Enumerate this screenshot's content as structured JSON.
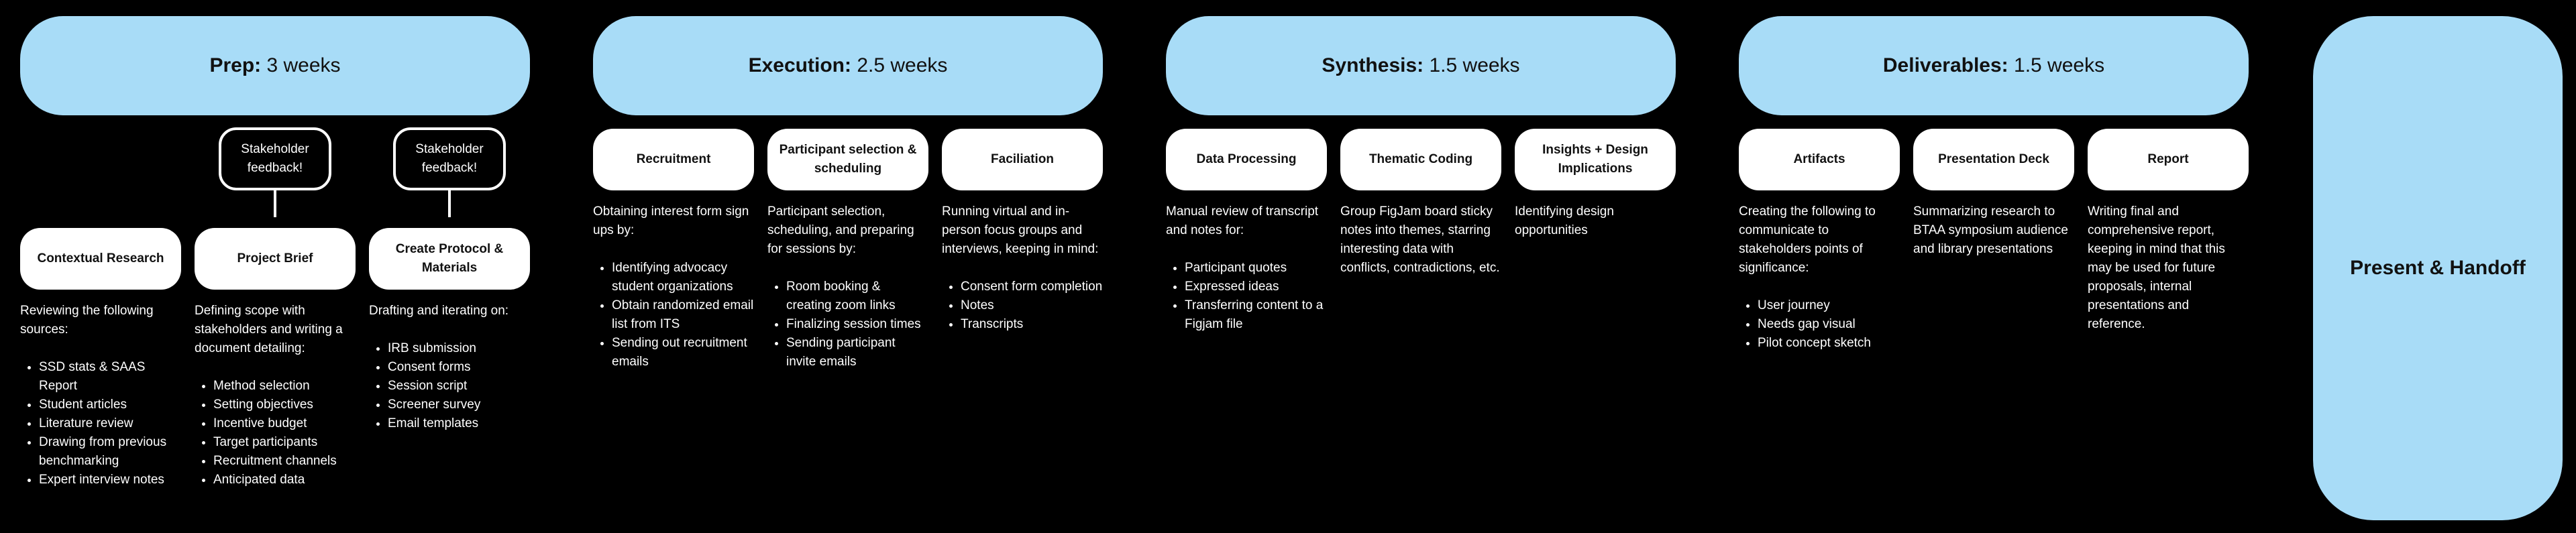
{
  "phases": [
    {
      "name": "Prep:",
      "duration": "3 weeks"
    },
    {
      "name": "Execution:",
      "duration": "2.5 weeks"
    },
    {
      "name": "Synthesis:",
      "duration": "1.5 weeks"
    },
    {
      "name": "Deliverables:",
      "duration": "1.5 weeks"
    }
  ],
  "feedback": [
    {
      "label": "Stakeholder feedback!"
    },
    {
      "label": "Stakeholder feedback!"
    }
  ],
  "prep": {
    "steps": [
      {
        "title": "Contextual Research",
        "intro": "Reviewing the following sources:",
        "items": [
          "SSD stats & SAAS Report",
          "Student articles",
          "Literature review",
          "Drawing from previous benchmarking",
          "Expert interview notes"
        ]
      },
      {
        "title": "Project Brief",
        "intro": "Defining scope with stakeholders and writing a document detailing:",
        "items": [
          "Method selection",
          "Setting objectives",
          "Incentive budget",
          "Target participants",
          "Recruitment channels",
          "Anticipated data"
        ]
      },
      {
        "title": "Create Protocol & Materials",
        "intro": "Drafting and iterating on:",
        "items": [
          "IRB submission",
          "Consent forms",
          "Session script",
          "Screener survey",
          "Email templates"
        ]
      }
    ]
  },
  "execution": {
    "steps": [
      {
        "title": "Recruitment",
        "intro": "Obtaining interest form sign ups by:",
        "items": [
          "Identifying advocacy student organizations",
          "Obtain randomized email list from ITS",
          "Sending out recruitment emails"
        ]
      },
      {
        "title": "Participant selection & scheduling",
        "intro": "Participant selection, scheduling, and preparing for sessions by:",
        "items": [
          "Room booking & creating zoom links",
          "Finalizing session times",
          "Sending participant invite emails"
        ]
      },
      {
        "title": "Faciliation",
        "intro": "Running virtual and in-person focus groups and interviews, keeping in mind:",
        "items": [
          "Consent form completion",
          "Notes",
          "Transcripts"
        ]
      }
    ]
  },
  "synthesis": {
    "steps": [
      {
        "title": "Data Processing",
        "intro": "Manual review of transcript and notes for:",
        "items": [
          "Participant quotes",
          "Expressed ideas",
          "Transferring content to a Figjam file"
        ]
      },
      {
        "title": "Thematic Coding",
        "intro": "Group FigJam board sticky notes into themes, starring interesting data with conflicts, contradictions, etc.",
        "items": []
      },
      {
        "title": "Insights + Design Implications",
        "intro": "Identifying design opportunities",
        "items": []
      }
    ]
  },
  "deliverables": {
    "steps": [
      {
        "title": "Artifacts",
        "intro": "Creating the following to communicate to stakeholders points of significance:",
        "items": [
          "User journey",
          "Needs gap visual",
          "Pilot concept sketch"
        ]
      },
      {
        "title": "Presentation Deck",
        "intro": "Summarizing research to BTAA symposium audience and library presentations",
        "items": []
      },
      {
        "title": "Report",
        "intro": "Writing final and comprehensive report, keeping in mind that this may be used for future proposals, internal presentations and reference.",
        "items": []
      }
    ]
  },
  "handoff": {
    "label": "Present & Handoff"
  },
  "colors": {
    "phase_fill": "#a8dcf7",
    "step_fill": "#ffffff",
    "background": "#000000"
  }
}
